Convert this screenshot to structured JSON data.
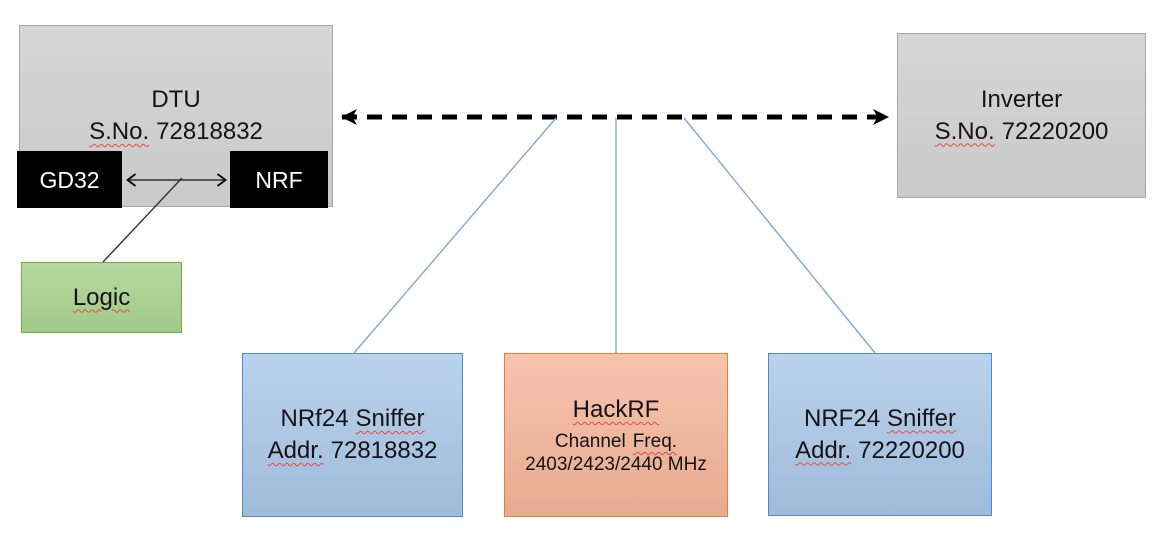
{
  "colors": {
    "gray_fill": "#d0d0d0",
    "gray_border": "#a6a6a6",
    "black_fill": "#000000",
    "green_fill": "#a9d18e",
    "green_border": "#70ad47",
    "blue_fill": "#a9c7e8",
    "blue_border": "#4e8bc8",
    "orange_fill": "#f5b59a",
    "orange_border": "#ed7d31",
    "connector_blue": "#7ca9dc",
    "arrow_black": "#000000",
    "squiggle_red": "#e54b42"
  },
  "nodes": {
    "dtu": {
      "title": "DTU",
      "sno_label": "S.No.",
      "sno_value": "72818832"
    },
    "gd32": {
      "label": "GD32"
    },
    "nrf": {
      "label": "NRF"
    },
    "logic": {
      "label": "Logic"
    },
    "inverter": {
      "title": "Inverter",
      "sno_label": "S.No.",
      "sno_value": "72220200"
    },
    "sniffer_dtu": {
      "title_prefix": "NRf24",
      "title_word": "Sniffer",
      "addr_label": "Addr.",
      "addr_value": "72818832"
    },
    "hackrf": {
      "title": "HackRF",
      "channel_prefix": "Channel",
      "channel_word": "Freq.",
      "frequencies": "2403/2423/2440 MHz"
    },
    "sniffer_inverter": {
      "title_prefix": "NRF24",
      "title_word": "Sniffer",
      "addr_label": "Addr.",
      "addr_value": "72220200"
    }
  }
}
